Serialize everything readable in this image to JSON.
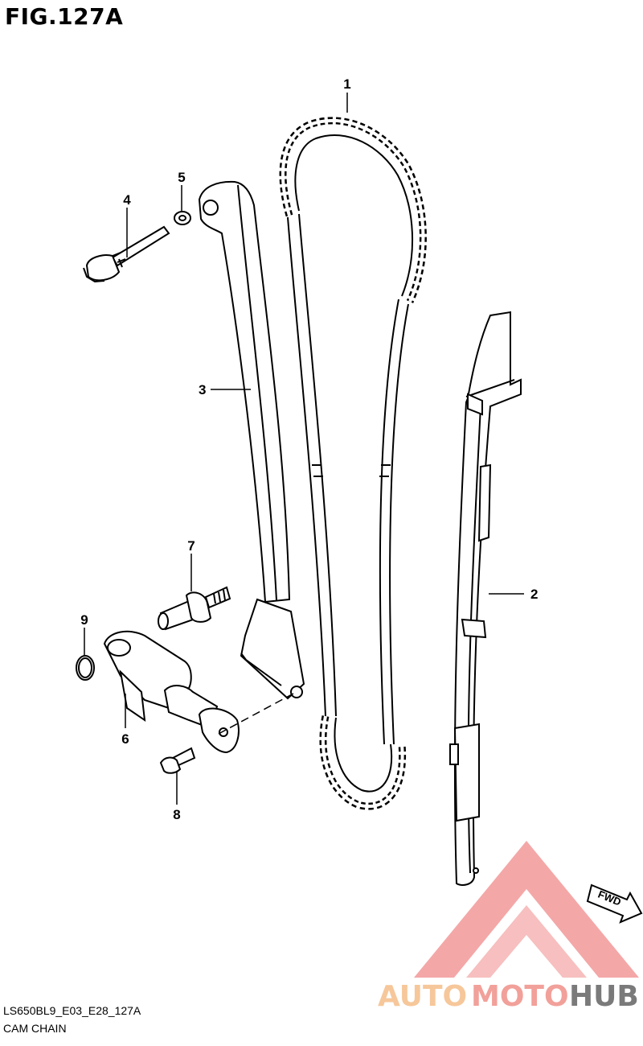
{
  "figure": {
    "title": "FIG.127A",
    "code": "LS650BL9_E03_E28_127A",
    "name": "CAM CHAIN"
  },
  "callouts": [
    "1",
    "2",
    "3",
    "4",
    "5",
    "6",
    "7",
    "8",
    "9"
  ],
  "direction_marker": {
    "label": "FWD"
  },
  "watermark": {
    "part1": "AUTO",
    "part2": "MOTO",
    "part3": "HUB",
    "colors": {
      "auto": "#f6c79a",
      "moto": "#f2a09a",
      "hub": "#7a7a7a",
      "triangle": "#f08a8a"
    }
  }
}
